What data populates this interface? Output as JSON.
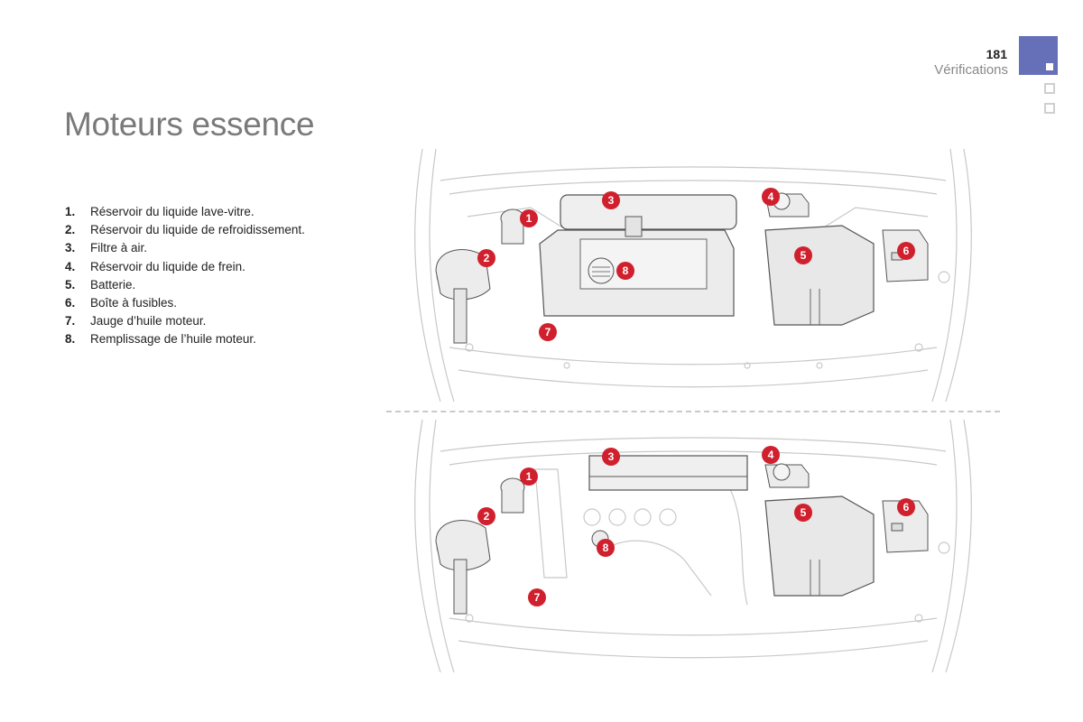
{
  "header": {
    "page_number": "181",
    "section": "Vérifications",
    "accent_color": "#6670b8"
  },
  "title": "Moteurs essence",
  "legend": [
    {
      "num": "1.",
      "label": "Réservoir du liquide lave-vitre."
    },
    {
      "num": "2.",
      "label": "Réservoir du liquide de refroidissement."
    },
    {
      "num": "3.",
      "label": "Filtre à air."
    },
    {
      "num": "4.",
      "label": "Réservoir du liquide de frein."
    },
    {
      "num": "5.",
      "label": "Batterie."
    },
    {
      "num": "6.",
      "label": "Boîte à fusibles."
    },
    {
      "num": "7.",
      "label": "Jauge d’huile moteur."
    },
    {
      "num": "8.",
      "label": "Remplissage de l’huile moteur."
    }
  ],
  "diagrams": [
    {
      "name": "engine-diagram-top",
      "markers": [
        "1",
        "2",
        "3",
        "4",
        "5",
        "6",
        "7",
        "8"
      ]
    },
    {
      "name": "engine-diagram-bottom",
      "markers": [
        "1",
        "2",
        "3",
        "4",
        "5",
        "6",
        "7",
        "8"
      ]
    }
  ],
  "marker_color": "#d0202e"
}
